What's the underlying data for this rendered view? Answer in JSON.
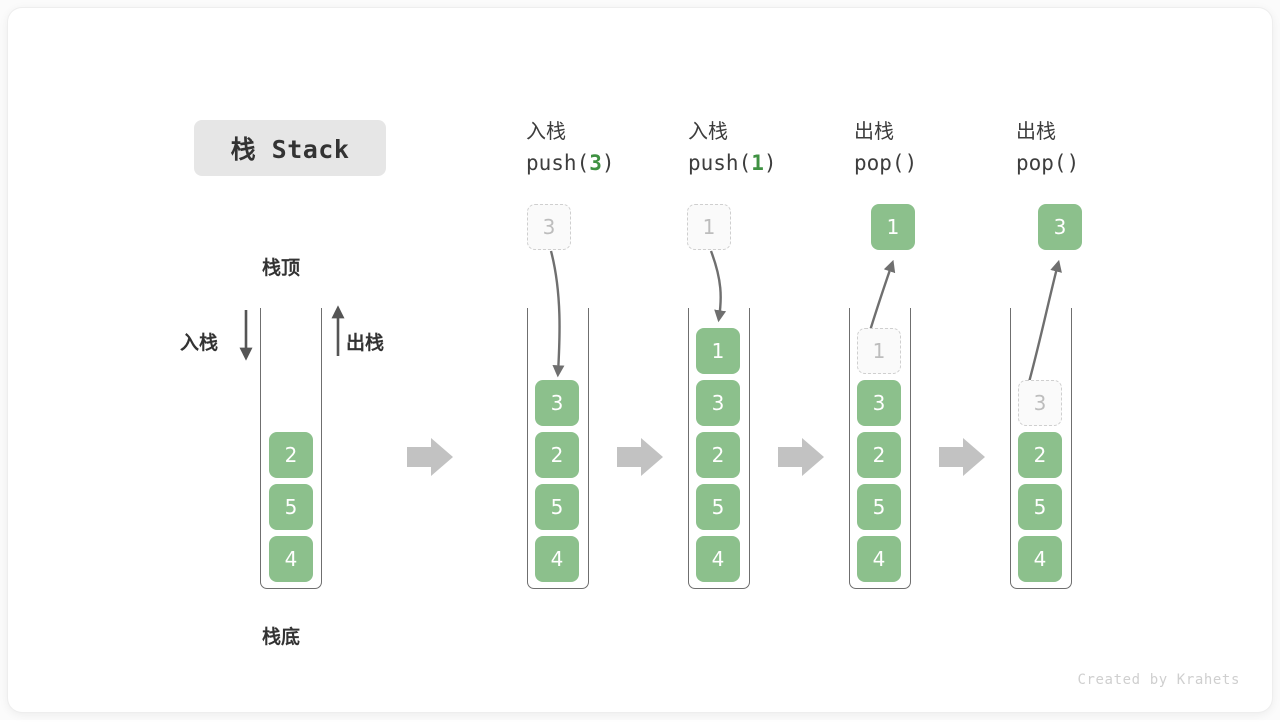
{
  "title_badge": {
    "text": "栈 Stack"
  },
  "labels": {
    "top": "栈顶",
    "bottom": "栈底",
    "push_side": "入栈",
    "pop_side": "出栈"
  },
  "colors": {
    "box_fill": "#8cc08c",
    "box_text": "#ffffff",
    "ghost_fill": "#fafafa",
    "ghost_border": "#cfcfcf",
    "ghost_text": "#bdbdbd",
    "accent_green": "#3f9142",
    "stage_arrow": "#c2c2c2",
    "connector": "#6f6f6f",
    "badge_bg": "#e6e6e6",
    "text": "#333333"
  },
  "columns": [
    {
      "id": "initial",
      "head_cn": "",
      "head_code": "",
      "stack": [
        "2",
        "5",
        "4"
      ],
      "ghost_index": -1,
      "result_box": null
    },
    {
      "id": "push-3",
      "head_cn": "入栈",
      "head_code_prefix": "push(",
      "head_code_num": "3",
      "head_code_suffix": ")",
      "floating_ghost": "3",
      "stack": [
        "3",
        "2",
        "5",
        "4"
      ],
      "ghost_index": -1,
      "result_box": null
    },
    {
      "id": "push-1",
      "head_cn": "入栈",
      "head_code_prefix": "push(",
      "head_code_num": "1",
      "head_code_suffix": ")",
      "floating_ghost": "1",
      "stack": [
        "1",
        "3",
        "2",
        "5",
        "4"
      ],
      "ghost_index": -1,
      "result_box": null
    },
    {
      "id": "pop-1",
      "head_cn": "出栈",
      "head_code_prefix": "pop(",
      "head_code_num": "",
      "head_code_suffix": ")",
      "stack": [
        "1",
        "3",
        "2",
        "5",
        "4"
      ],
      "ghost_index": 0,
      "result_box": "1"
    },
    {
      "id": "pop-3",
      "head_cn": "出栈",
      "head_code_prefix": "pop(",
      "head_code_num": "",
      "head_code_suffix": ")",
      "stack": [
        "3",
        "2",
        "5",
        "4"
      ],
      "ghost_index": 0,
      "result_box": "3"
    }
  ],
  "watermark": "Created by Krahets"
}
